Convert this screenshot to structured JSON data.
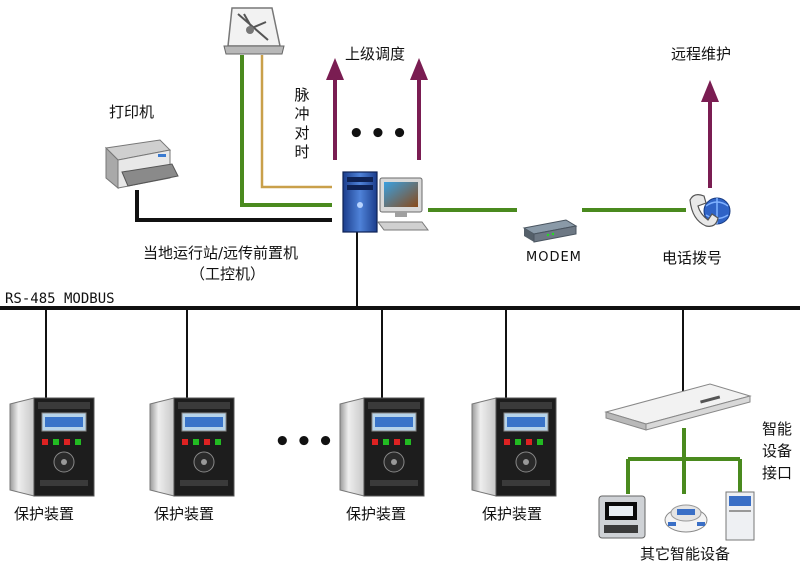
{
  "labels": {
    "printer": "打印机",
    "upper_dispatch": "上级调度",
    "remote_maintenance": "远程维护",
    "pulse_sync": "脉冲对时",
    "station_line1": "当地运行站/远传前置机",
    "station_line2": "（工控机）",
    "modem": "MODEM",
    "phone_dial": "电话拨号",
    "bus": "RS-485 MODBUS",
    "protection_device": "保护装置",
    "smart_interface": "智能设备接口",
    "other_devices": "其它智能设备",
    "dots": "•••"
  },
  "colors": {
    "green_link": "#4a8a1e",
    "gold_link": "#c9a04a",
    "bus": "#111111",
    "arrow": "#7a1d52"
  }
}
